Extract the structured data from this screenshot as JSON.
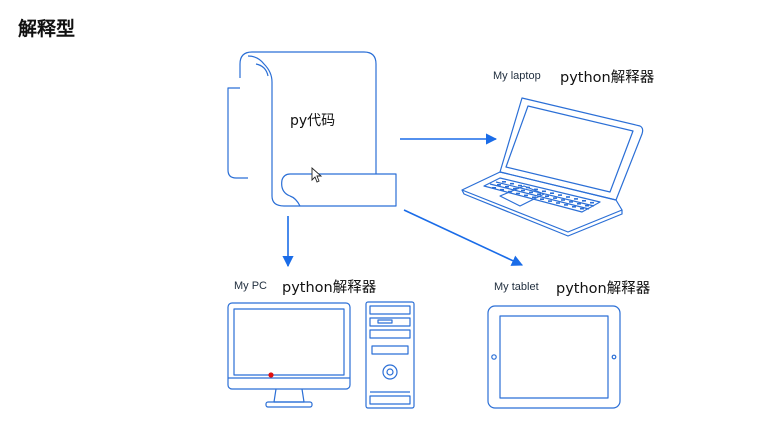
{
  "heading": "解释型",
  "source_document": {
    "label": "py代码"
  },
  "devices": {
    "laptop": {
      "name": "My laptop",
      "interpreter": "python解释器"
    },
    "pc": {
      "name": "My PC",
      "interpreter": "python解释器"
    },
    "tablet": {
      "name": "My tablet",
      "interpreter": "python解释器"
    }
  },
  "colors": {
    "outline": "#2b6fd6",
    "arrow": "#1a6ce8",
    "pointer_dot": "#e01010",
    "text": "#111111",
    "background": "#ffffff"
  },
  "icons": {
    "document": "scroll-document-icon",
    "laptop": "laptop-icon",
    "monitor": "monitor-icon",
    "tower": "pc-tower-icon",
    "tablet": "tablet-icon",
    "cursor": "mouse-cursor-icon"
  }
}
